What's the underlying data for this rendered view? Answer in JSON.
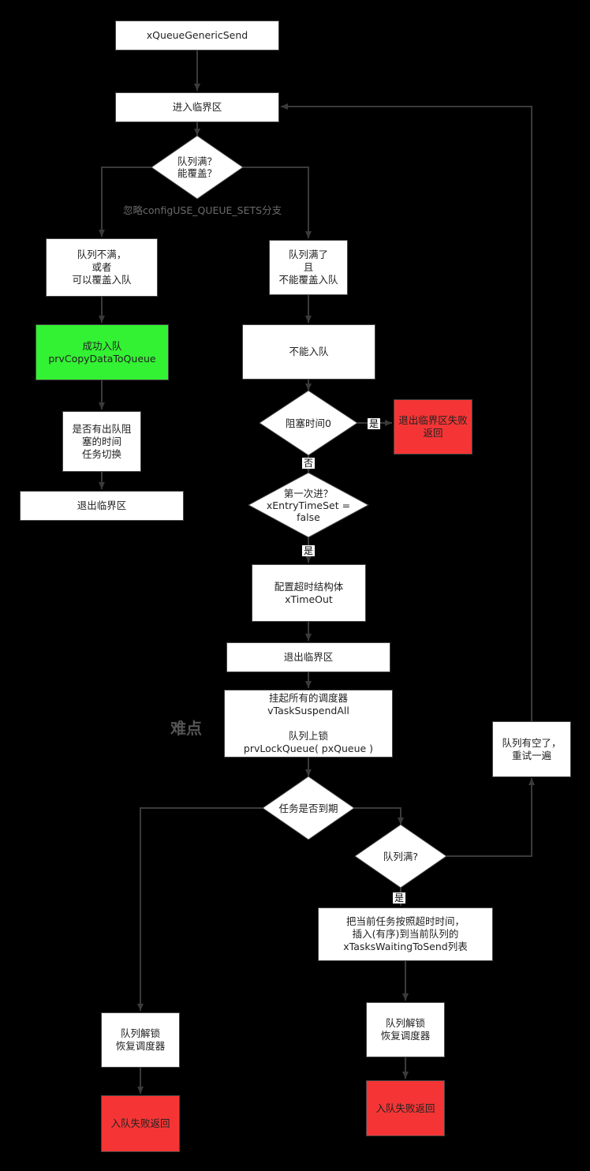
{
  "nodes": {
    "start": "xQueueGenericSend",
    "enter_critical": "进入临界区",
    "queue_full_q": "队列满？\n能覆盖？",
    "not_full": "队列不满，\n或者\n可以覆盖入队",
    "full_no_overwrite": "队列满了\n且\n不能覆盖入队",
    "copy_success": "成功入队\nprvCopyDataToQueue",
    "cannot_enqueue": "不能入队",
    "block_time_zero_q": "阻塞时间0",
    "exit_fail_return": "退出临界区失败返回",
    "has_waiting_task": "是否有出队阻\n塞的时间\n任务切换",
    "first_entry_q": "第一次进？\nxEntryTimeSet =\nfalse",
    "exit_critical_left": "退出临界区",
    "config_timeout": "配置超时结构体\nxTimeOut",
    "exit_critical_mid": "退出临界区",
    "suspend_lock": "挂起所有的调度器\nvTaskSuspendAll\n\n队列上锁\nprvLockQueue( pxQueue )",
    "queue_has_space": "队列有空了，\n重试一遍",
    "task_timeout_q": "任务是否到期",
    "queue_full2_q": "队列满?",
    "insert_waiting": "把当前任务按照超时时间，\n插入(有序)到当前队列的\nxTasksWaitingToSend列表",
    "unlock_resume_left": "队列解锁\n恢复调度器",
    "unlock_resume_right": "队列解锁\n恢复调度器",
    "fail_return_left": "入队失败返回",
    "fail_return_right": "入队失败返回"
  },
  "labels": {
    "yes_block": "是",
    "no_block": "否",
    "yes_first": "是",
    "yes_full2": "是"
  },
  "annotations": {
    "ignore_note": "忽略configUSE_QUEUE_SETS分支",
    "difficulty": "难点"
  },
  "colors": {
    "background": "#000000",
    "box": "#ffffff",
    "success": "#33f233",
    "failure": "#f53535",
    "line": "#3a3a3a"
  }
}
